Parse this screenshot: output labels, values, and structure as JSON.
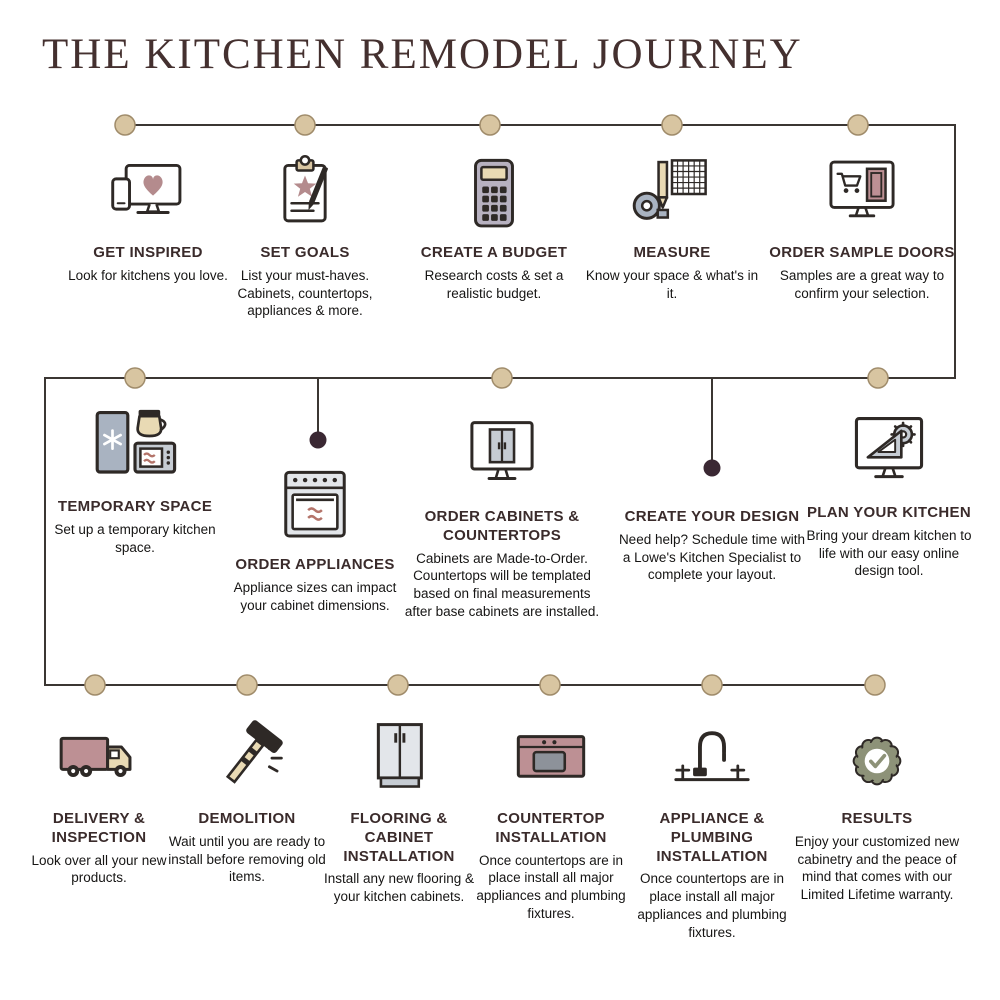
{
  "title": "THE KITCHEN REMODEL JOURNEY",
  "colors": {
    "title_brown": "#44302f",
    "heading_brown": "#3a2b2b",
    "line": "#3b3633",
    "node_tan": "#d8c5a1",
    "node_dark": "#3a2833",
    "mauve": "#bd9094",
    "gray_blue": "#a9b3c1",
    "beige": "#e9dab4",
    "light_gray": "#d9dde2",
    "olive": "#8d9278"
  },
  "rows": [
    {
      "steps": [
        {
          "name": "GET INSPIRED",
          "desc": "Look for kitchens you love.",
          "icon": "monitor-heart-icon"
        },
        {
          "name": "SET GOALS",
          "desc": "List your must-haves. Cabinets, countertops, appliances & more.",
          "icon": "clipboard-star-icon"
        },
        {
          "name": "CREATE A BUDGET",
          "desc": "Research costs & set a realistic budget.",
          "icon": "calculator-icon"
        },
        {
          "name": "MEASURE",
          "desc": "Know your space & what's in it.",
          "icon": "tape-measure-icon"
        },
        {
          "name": "ORDER SAMPLE DOORS",
          "desc": "Samples are a great way to confirm your selection.",
          "icon": "monitor-cart-door-icon"
        }
      ]
    },
    {
      "steps": [
        {
          "name": "TEMPORARY SPACE",
          "desc": "Set up a temporary kitchen space.",
          "icon": "mini-kitchen-icon"
        },
        {
          "name": "ORDER APPLIANCES",
          "desc": "Appliance sizes can impact your cabinet dimensions.",
          "icon": "range-icon"
        },
        {
          "name": "ORDER CABINETS & COUNTERTOPS",
          "desc": "Cabinets are Made-to-Order. Countertops will be templated based on final measurements after base cabinets are installed.",
          "icon": "monitor-cabinet-icon"
        },
        {
          "name": "CREATE YOUR DESIGN",
          "desc": "Need help? Schedule time with a Lowe's Kitchen Specialist to complete your layout.",
          "icon": ""
        },
        {
          "name": "PLAN YOUR KITCHEN",
          "desc": "Bring your dream kitchen to life with our easy online design tool.",
          "icon": "monitor-ruler-gear-icon"
        }
      ]
    },
    {
      "steps": [
        {
          "name": "DELIVERY & INSPECTION",
          "desc": "Look over all your new products.",
          "icon": "truck-icon"
        },
        {
          "name": "DEMOLITION",
          "desc": "Wait until you are ready to install before removing old items.",
          "icon": "sledgehammer-icon"
        },
        {
          "name": "FLOORING & CABINET INSTALLATION",
          "desc": "Install any new flooring & your kitchen cabinets.",
          "icon": "cabinet-icon"
        },
        {
          "name": "COUNTERTOP INSTALLATION",
          "desc": "Once countertops are in place install all major appliances and plumbing fixtures.",
          "icon": "countertop-sink-icon"
        },
        {
          "name": "APPLIANCE & PLUMBING INSTALLATION",
          "desc": "Once countertops are in place install all major appliances and plumbing fixtures.",
          "icon": "faucet-icon"
        },
        {
          "name": "RESULTS",
          "desc": "Enjoy your customized new cabinetry and the peace of mind that comes with our Limited Lifetime warranty.",
          "icon": "badge-check-icon"
        }
      ]
    }
  ]
}
